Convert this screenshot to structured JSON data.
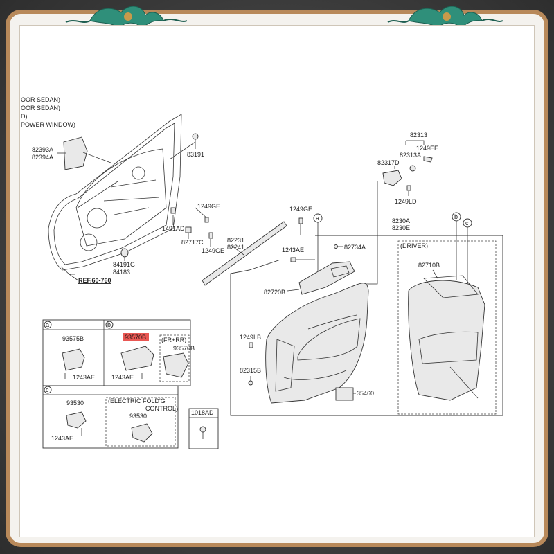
{
  "frame": {
    "accent": "#b8895a",
    "ornament": "#2f8f7a"
  },
  "header_notes": [
    "OOR SEDAN)",
    "OOR SEDAN)",
    "D)",
    "POWER WINDOW)"
  ],
  "labels": {
    "p82393A": "82393A",
    "p82394A": "82394A",
    "p83191": "83191",
    "p1249GE_a": "1249GE",
    "p1491AD": "1491AD",
    "p82717C": "82717C",
    "p1249GE_b": "1249GE",
    "p84191G": "84191G",
    "p84183": "84183",
    "ref": "REF.60-760",
    "p82231": "82231",
    "p82241": "82241",
    "p82313": "82313",
    "p1249EE": "1249EE",
    "p82313A": "82313A",
    "p82317D": "82317D",
    "p1249LD": "1249LD",
    "p1249GE_c": "1249GE",
    "p8230A": "8230A",
    "p8230E": "8230E",
    "p1243AE_top": "1243AE",
    "p82734A": "82734A",
    "p82720B": "82720B",
    "p1249LB": "1249LB",
    "p82315B": "82315B",
    "p35460": "35460",
    "driver": "(DRIVER)",
    "p82710B": "82710B",
    "ca": "a",
    "cb": "b",
    "cc": "c"
  },
  "inset_a": {
    "key": "a",
    "part": "93575B",
    "screw": "1243AE"
  },
  "inset_b": {
    "key": "b",
    "part": "93570B",
    "screw": "1243AE",
    "sub_title": "(FR+RR)",
    "sub_part": "93570B"
  },
  "inset_c": {
    "key": "c",
    "part": "93530",
    "screw": "1243AE",
    "sub_title_1": "(ELECTRIC FOLD'G",
    "sub_title_2": "CONTROL)",
    "sub_part": "93530"
  },
  "inset_d": {
    "part": "1018AD"
  }
}
